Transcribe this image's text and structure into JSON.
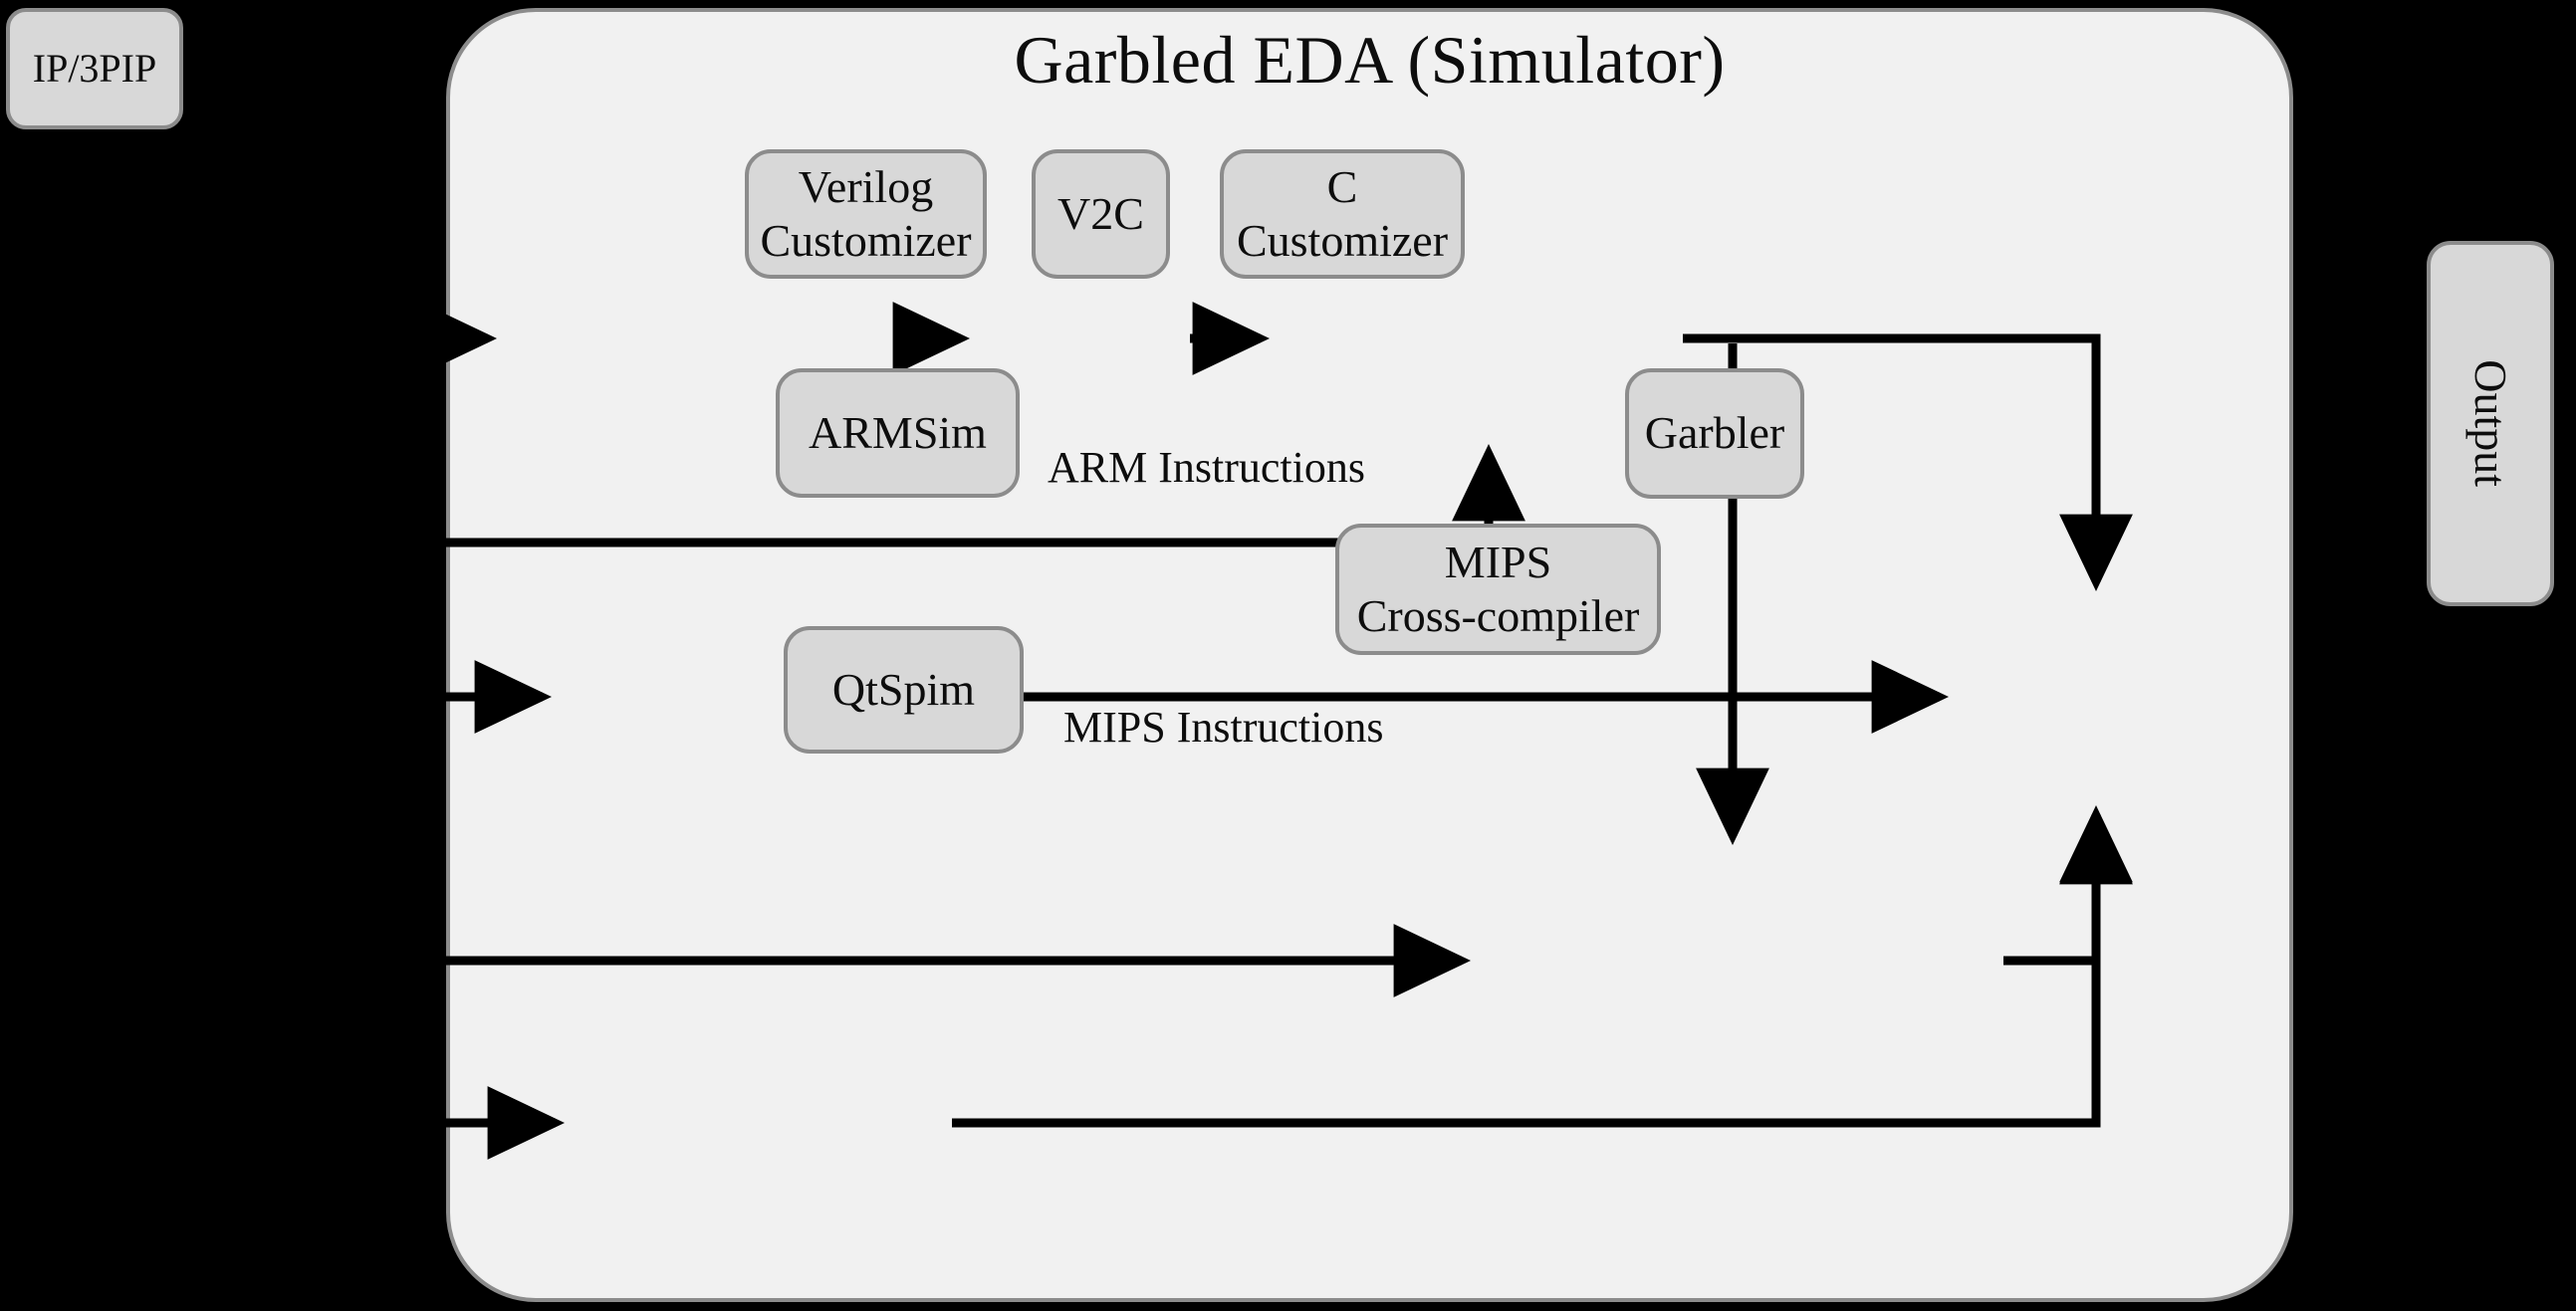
{
  "diagram": {
    "title": "Garbled EDA (Simulator)",
    "background_color": "#000000",
    "panel_fill": "#f1f1f1",
    "node_fill": "#d8d8d8",
    "node_border": "#8c8c8c",
    "wire_color": "#000000"
  },
  "nodes": {
    "ip3pip": {
      "label": "IP/3PIP"
    },
    "verilog_customizer": {
      "line1": "Verilog",
      "line2": "Customizer"
    },
    "v2c": {
      "label": "V2C"
    },
    "c_customizer": {
      "line1": "C",
      "line2": "Customizer"
    },
    "armsim": {
      "label": "ARMSim"
    },
    "qtspim": {
      "label": "QtSpim"
    },
    "mips_cross_compiler": {
      "line1": "MIPS",
      "line2": "Cross-compiler"
    },
    "garbler": {
      "label": "Garbler"
    },
    "output": {
      "label": "Output"
    }
  },
  "edge_labels": {
    "arm_instructions": "ARM Instructions",
    "mips_instructions": "MIPS Instructions"
  },
  "chart_data": {
    "type": "diagram",
    "title": "Garbled EDA (Simulator)",
    "nodes": [
      {
        "id": "ip3pip",
        "label": "IP/3PIP",
        "group": "external-input"
      },
      {
        "id": "verilog_customizer",
        "label": "Verilog Customizer",
        "group": "simulator"
      },
      {
        "id": "v2c",
        "label": "V2C",
        "group": "simulator"
      },
      {
        "id": "c_customizer",
        "label": "C Customizer",
        "group": "simulator"
      },
      {
        "id": "armsim",
        "label": "ARMSim",
        "group": "simulator"
      },
      {
        "id": "qtspim",
        "label": "QtSpim",
        "group": "simulator"
      },
      {
        "id": "mips_cross_compiler",
        "label": "MIPS Cross-compiler",
        "group": "simulator"
      },
      {
        "id": "garbler",
        "label": "Garbler",
        "group": "simulator"
      },
      {
        "id": "output",
        "label": "Output",
        "group": "external-output"
      }
    ],
    "edges": [
      {
        "from": "panel-left",
        "to": "verilog_customizer",
        "label": "",
        "arrow": true
      },
      {
        "from": "verilog_customizer",
        "to": "v2c",
        "label": "",
        "arrow": true
      },
      {
        "from": "v2c",
        "to": "c_customizer",
        "label": "",
        "arrow": true
      },
      {
        "from": "panel-left",
        "to": "c_customizer",
        "label": "",
        "arrow": true
      },
      {
        "from": "c_customizer",
        "to": "garbler",
        "label": "",
        "arrow": true
      },
      {
        "from": "c_customizer",
        "to": "mips_cross_compiler",
        "label": "",
        "arrow": true
      },
      {
        "from": "panel-left",
        "to": "armsim",
        "label": "",
        "arrow": true
      },
      {
        "from": "armsim",
        "to": "garbler",
        "label": "ARM Instructions",
        "arrow": true
      },
      {
        "from": "panel-left",
        "to": "mips_cross_compiler",
        "label": "",
        "arrow": true
      },
      {
        "from": "mips_cross_compiler",
        "to": "garbler",
        "label": "",
        "arrow": true
      },
      {
        "from": "panel-left",
        "to": "qtspim",
        "label": "",
        "arrow": true
      },
      {
        "from": "qtspim",
        "to": "garbler",
        "label": "MIPS Instructions",
        "arrow": true
      },
      {
        "from": "garbler",
        "to": "output",
        "label": "",
        "arrow": false
      }
    ]
  }
}
